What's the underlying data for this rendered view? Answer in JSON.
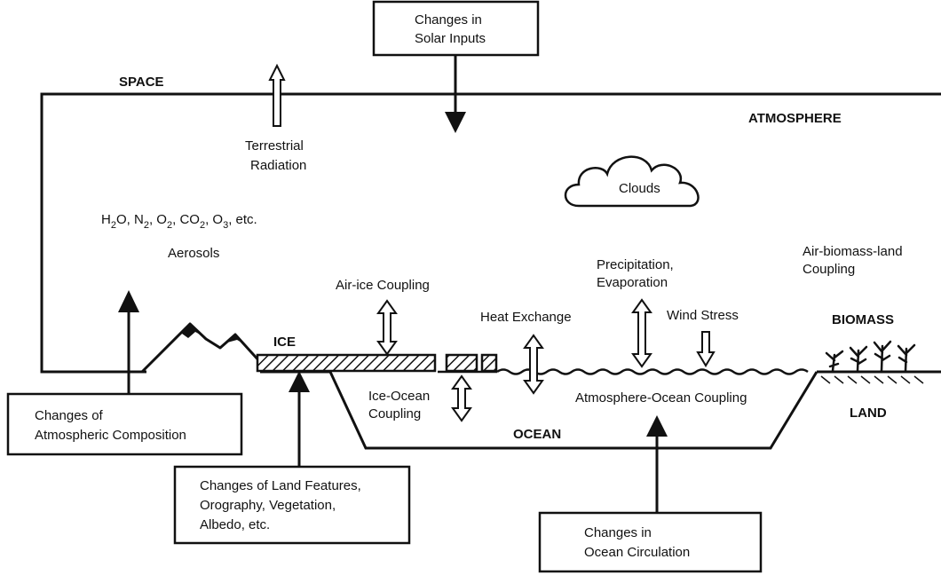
{
  "colors": {
    "ink": "#111111",
    "paper": "#ffffff"
  },
  "regions": {
    "space": "SPACE",
    "atmosphere": "ATMOSPHERE",
    "ice": "ICE",
    "ocean": "OCEAN",
    "biomass": "BIOMASS",
    "land": "LAND"
  },
  "labels": {
    "terrestrial_radiation": [
      "Terrestrial",
      "Radiation"
    ],
    "clouds": "Clouds",
    "gases": {
      "h2o_base": "H",
      "h2o_sub": "2",
      "h2o_tail": "O,",
      "n2_base": "N",
      "n2_sub": "2",
      "n2_tail": ",",
      "o2_base": "O",
      "o2_sub": "2",
      "o2_tail": ",",
      "co2_base": "CO",
      "co2_sub": "2",
      "co2_tail": ",",
      "o3_base": "O",
      "o3_sub": "3",
      "o3_tail": ", etc."
    },
    "aerosols": "Aerosols",
    "air_ice_coupling": "Air-ice Coupling",
    "heat_exchange": "Heat Exchange",
    "precipitation_evaporation": [
      "Precipitation,",
      "Evaporation"
    ],
    "wind_stress": "Wind Stress",
    "air_biomass_land_coupling": [
      "Air-biomass-land",
      "Coupling"
    ],
    "ice_ocean_coupling": [
      "Ice-Ocean",
      "Coupling"
    ],
    "atmosphere_ocean_coupling": "Atmosphere-Ocean Coupling"
  },
  "boxes": {
    "solar_inputs": [
      "Changes in",
      "Solar Inputs"
    ],
    "atmospheric_composition": [
      "Changes of",
      "Atmospheric Composition"
    ],
    "land_features": [
      "Changes of Land Features,",
      "Orography, Vegetation,",
      "Albedo, etc."
    ],
    "ocean_circulation": [
      "Changes in",
      "Ocean Circulation"
    ]
  }
}
